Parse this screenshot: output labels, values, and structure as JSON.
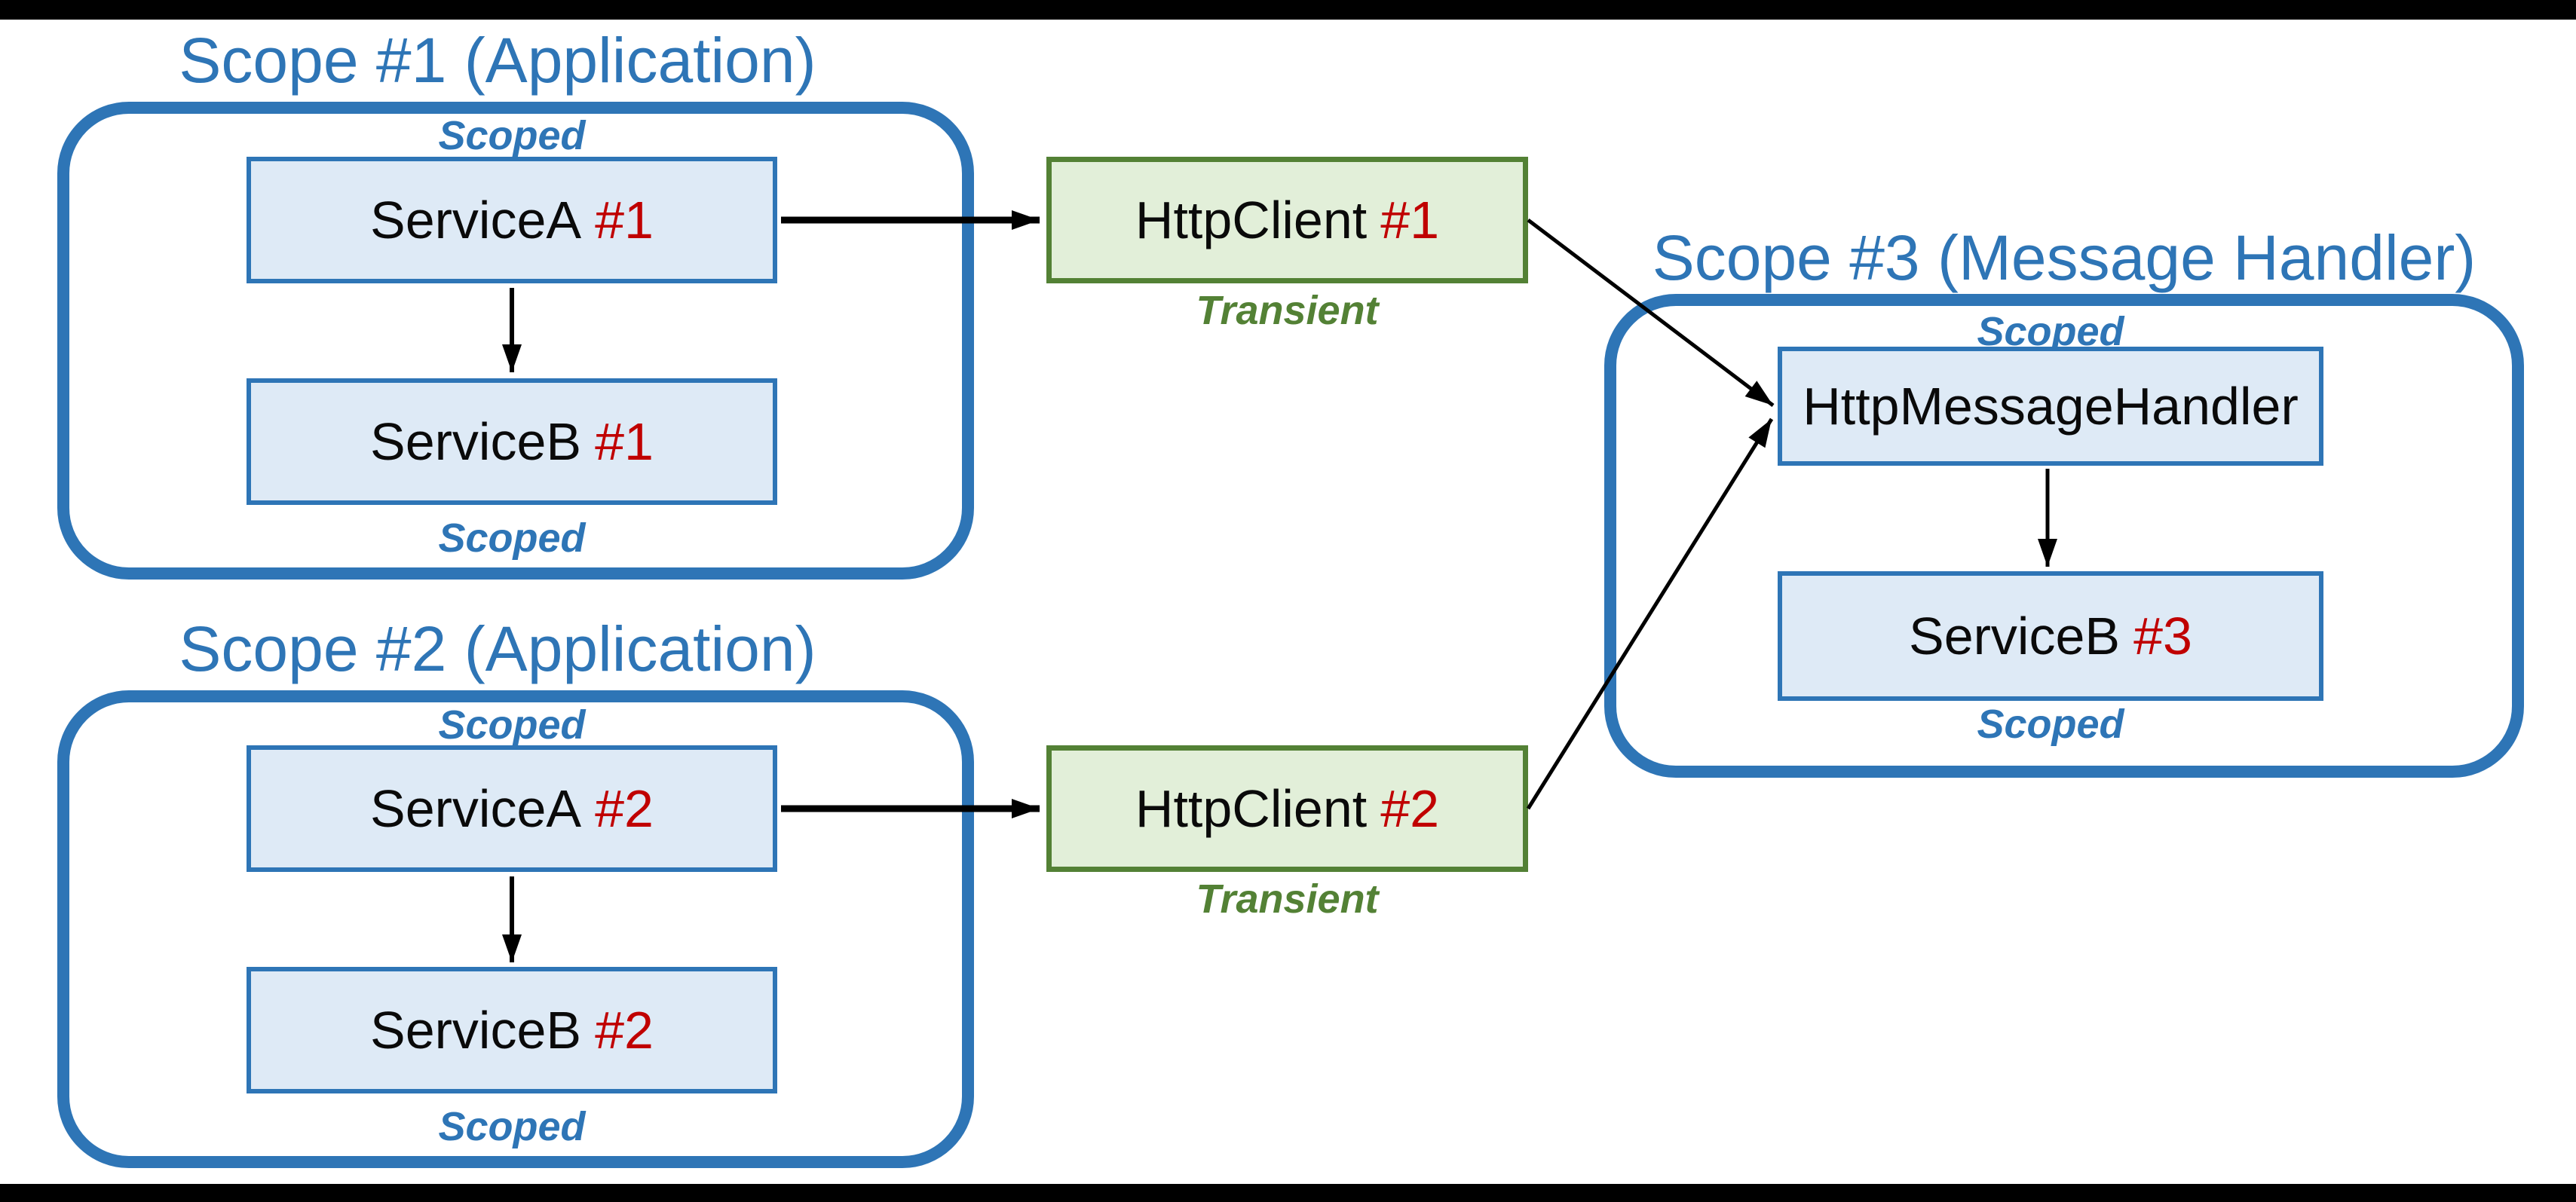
{
  "colors": {
    "accent_blue": "#2E75B6",
    "blue_box_fill": "#DEEAF6",
    "green_border": "#538135",
    "green_box_fill": "#E2EFD9",
    "instance_red": "#C00000",
    "text_black": "#0A0A0A",
    "letterbox_bar": "#000000"
  },
  "scope1": {
    "title": "Scope #1 (Application)",
    "scoped_top": "Scoped",
    "scoped_bottom": "Scoped",
    "service_a": {
      "name": "ServiceA",
      "instance": "#1"
    },
    "service_b": {
      "name": "ServiceB",
      "instance": "#1"
    }
  },
  "scope2": {
    "title": "Scope #2 (Application)",
    "scoped_top": "Scoped",
    "scoped_bottom": "Scoped",
    "service_a": {
      "name": "ServiceA",
      "instance": "#2"
    },
    "service_b": {
      "name": "ServiceB",
      "instance": "#2"
    }
  },
  "scope3": {
    "title": "Scope #3 (Message Handler)",
    "scoped_top": "Scoped",
    "scoped_bottom": "Scoped",
    "handler": {
      "name": "HttpMessageHandler"
    },
    "service_b": {
      "name": "ServiceB",
      "instance": "#3"
    }
  },
  "http_client_1": {
    "name": "HttpClient",
    "instance": "#1",
    "lifetime": "Transient"
  },
  "http_client_2": {
    "name": "HttpClient",
    "instance": "#2",
    "lifetime": "Transient"
  },
  "edges": [
    {
      "from": "service-a1",
      "to": "service-b1"
    },
    {
      "from": "service-a1",
      "to": "http-client-1"
    },
    {
      "from": "service-a2",
      "to": "service-b2"
    },
    {
      "from": "service-a2",
      "to": "http-client-2"
    },
    {
      "from": "http-client-1",
      "to": "http-message-handler"
    },
    {
      "from": "http-client-2",
      "to": "http-message-handler"
    },
    {
      "from": "http-message-handler",
      "to": "service-b3"
    }
  ]
}
